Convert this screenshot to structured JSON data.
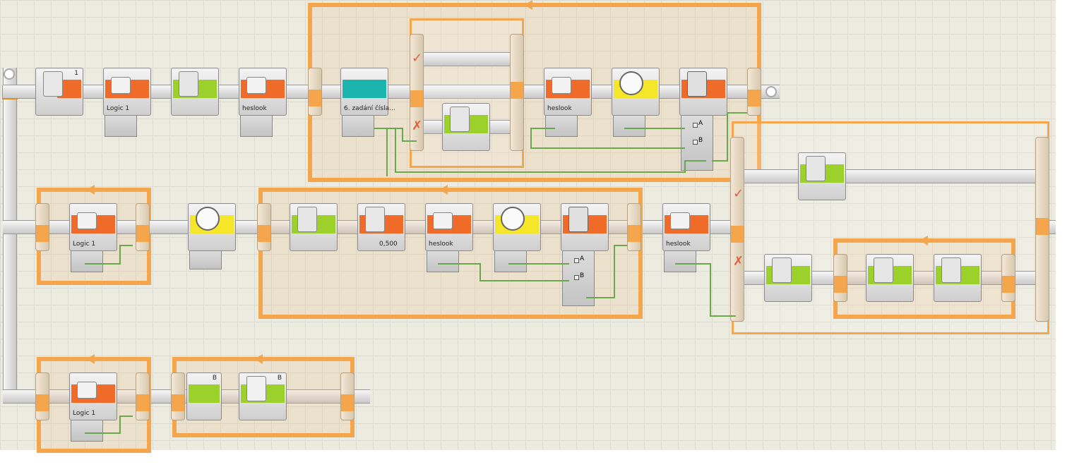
{
  "program": {
    "blocks": [
      {
        "id": "wait-sound",
        "type": "wait-sound-sensor",
        "port": "1",
        "label": ""
      },
      {
        "id": "var1",
        "type": "variable",
        "label": "Logic 1"
      },
      {
        "id": "sound1",
        "type": "sound",
        "label": ""
      },
      {
        "id": "var2",
        "type": "variable",
        "label": "heslook"
      },
      {
        "id": "display1",
        "type": "display",
        "label": "6. zadání čísla..."
      },
      {
        "id": "var3",
        "type": "variable",
        "label": "heslook"
      },
      {
        "id": "timer1",
        "type": "timer",
        "label": ""
      },
      {
        "id": "compare1",
        "type": "compare",
        "label": ""
      },
      {
        "id": "var4",
        "type": "variable",
        "label": "Logic 1"
      },
      {
        "id": "timer2",
        "type": "timer",
        "label": ""
      },
      {
        "id": "sound2",
        "type": "sound",
        "label": ""
      },
      {
        "id": "wait-time",
        "type": "wait-time",
        "label": "0,500"
      },
      {
        "id": "var5",
        "type": "variable",
        "label": "heslook"
      },
      {
        "id": "timer3",
        "type": "timer",
        "label": ""
      },
      {
        "id": "compare2",
        "type": "compare",
        "label": ""
      },
      {
        "id": "var6",
        "type": "variable",
        "label": "heslook"
      },
      {
        "id": "sound3",
        "type": "sound",
        "label": ""
      },
      {
        "id": "sound4",
        "type": "sound",
        "label": ""
      },
      {
        "id": "sound5",
        "type": "sound",
        "label": ""
      },
      {
        "id": "sound6",
        "type": "sound",
        "label": ""
      },
      {
        "id": "var7",
        "type": "variable",
        "label": "Logic 1"
      },
      {
        "id": "motor1",
        "type": "motor",
        "port": "B",
        "label": ""
      },
      {
        "id": "motor2",
        "type": "motor",
        "port": "B",
        "label": ""
      }
    ],
    "ports": {
      "a": "A",
      "b": "B"
    },
    "switch_marks": {
      "true": "✓",
      "false": "✗"
    },
    "colors": {
      "accent": "#f5a54c",
      "action": "#f06a28",
      "sound": "#9bd12a",
      "timer": "#f6e62a",
      "display": "#1bb5ad"
    }
  }
}
